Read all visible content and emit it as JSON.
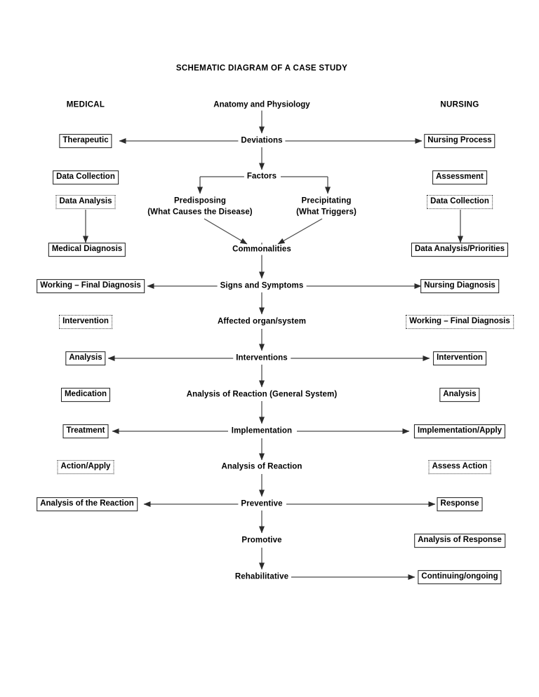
{
  "title": "SCHEMATIC DIAGRAM OF A CASE STUDY",
  "columns": {
    "left_header": "MEDICAL",
    "center_header": "Anatomy and Physiology",
    "right_header": "NURSING"
  },
  "center_chain": [
    "Deviations",
    "Factors",
    "Commonalities",
    "Signs and Symptoms",
    "Affected organ/system",
    "Interventions",
    "Analysis of Reaction (General System)",
    "Implementation",
    "Analysis of Reaction",
    "Preventive",
    "Promotive",
    "Rehabilitative"
  ],
  "branches": {
    "predisposing_title": "Predisposing",
    "predisposing_sub": "(What Causes the Disease)",
    "precipitating_title": "Precipitating",
    "precipitating_sub": "(What Triggers)"
  },
  "left_column": [
    {
      "label": "Therapeutic",
      "style": "boxed"
    },
    {
      "label": "Data Collection",
      "style": "boxed"
    },
    {
      "label": "Data Analysis",
      "style": "dashed"
    },
    {
      "label": "Medical Diagnosis",
      "style": "boxed"
    },
    {
      "label": "Working – Final Diagnosis",
      "style": "boxed"
    },
    {
      "label": "Intervention",
      "style": "dashed"
    },
    {
      "label": "Analysis",
      "style": "boxed"
    },
    {
      "label": "Medication",
      "style": "boxed"
    },
    {
      "label": "Treatment",
      "style": "boxed"
    },
    {
      "label": "Action/Apply",
      "style": "dashed"
    },
    {
      "label": "Analysis of the Reaction",
      "style": "boxed"
    }
  ],
  "right_column": [
    {
      "label": "Nursing Process",
      "style": "boxed"
    },
    {
      "label": "Assessment",
      "style": "boxed"
    },
    {
      "label": "Data Collection",
      "style": "dashed"
    },
    {
      "label": "Data Analysis/Priorities",
      "style": "boxed"
    },
    {
      "label": "Nursing Diagnosis",
      "style": "boxed"
    },
    {
      "label": "Working – Final Diagnosis",
      "style": "dashed"
    },
    {
      "label": "Intervention",
      "style": "boxed"
    },
    {
      "label": "Analysis",
      "style": "boxed"
    },
    {
      "label": "Implementation/Apply",
      "style": "boxed"
    },
    {
      "label": "Assess Action",
      "style": "dashed"
    },
    {
      "label": "Response",
      "style": "boxed"
    },
    {
      "label": "Analysis of Response",
      "style": "boxed"
    },
    {
      "label": "Continuing/ongoing",
      "style": "boxed"
    }
  ],
  "colors": {
    "line": "#3a3a3a",
    "box_border": "#1a1a1a",
    "text": "#000000",
    "background": "#ffffff"
  }
}
